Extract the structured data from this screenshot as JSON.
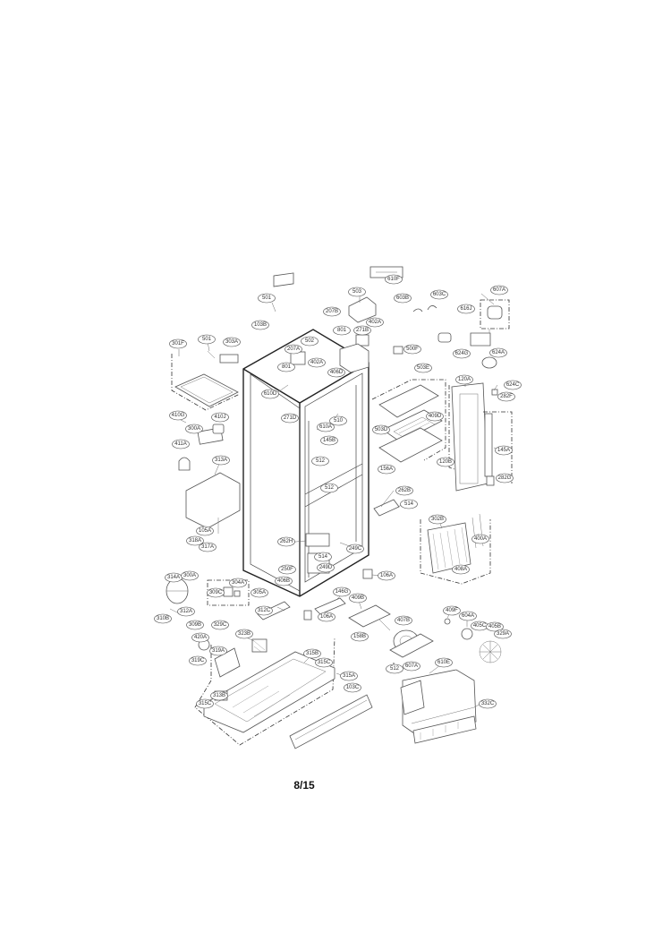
{
  "page_number": "8/15",
  "callouts": [
    {
      "id": "c-501a",
      "label": "501"
    },
    {
      "id": "c-103b",
      "label": "103B"
    },
    {
      "id": "c-503",
      "label": "503"
    },
    {
      "id": "c-207b",
      "label": "207B"
    },
    {
      "id": "c-603b",
      "label": "603B"
    },
    {
      "id": "c-603c",
      "label": "603C"
    },
    {
      "id": "c-616j",
      "label": "616J"
    },
    {
      "id": "c-607a-top",
      "label": "607A"
    },
    {
      "id": "c-610f",
      "label": "610F"
    },
    {
      "id": "c-402a-top",
      "label": "402A"
    },
    {
      "id": "c-801-top",
      "label": "801"
    },
    {
      "id": "c-271b",
      "label": "271B"
    },
    {
      "id": "c-502",
      "label": "502"
    },
    {
      "id": "c-207a",
      "label": "207A"
    },
    {
      "id": "c-500f",
      "label": "500F"
    },
    {
      "id": "c-624g",
      "label": "624G"
    },
    {
      "id": "c-624a",
      "label": "624A"
    },
    {
      "id": "c-301f",
      "label": "301F"
    },
    {
      "id": "c-501b",
      "label": "501"
    },
    {
      "id": "c-303a",
      "label": "303A"
    },
    {
      "id": "c-801-mid",
      "label": "801"
    },
    {
      "id": "c-402a-mid",
      "label": "402A"
    },
    {
      "id": "c-406d",
      "label": "406D"
    },
    {
      "id": "c-503e",
      "label": "503E"
    },
    {
      "id": "c-120a",
      "label": "120A"
    },
    {
      "id": "c-624c",
      "label": "624C"
    },
    {
      "id": "c-282f",
      "label": "282F"
    },
    {
      "id": "c-610d",
      "label": "610D"
    },
    {
      "id": "c-271d",
      "label": "271D"
    },
    {
      "id": "c-510",
      "label": "510"
    },
    {
      "id": "c-409d",
      "label": "409D"
    },
    {
      "id": "c-410g",
      "label": "410G"
    },
    {
      "id": "c-410j",
      "label": "410J"
    },
    {
      "id": "c-300a-top",
      "label": "300A"
    },
    {
      "id": "c-610a",
      "label": "610A"
    },
    {
      "id": "c-503d",
      "label": "503D"
    },
    {
      "id": "c-145b",
      "label": "145B"
    },
    {
      "id": "c-411a",
      "label": "411A"
    },
    {
      "id": "c-145a",
      "label": "145A"
    },
    {
      "id": "c-512-a",
      "label": "512"
    },
    {
      "id": "c-313a",
      "label": "313A"
    },
    {
      "id": "c-120b",
      "label": "120B"
    },
    {
      "id": "c-156a",
      "label": "156A"
    },
    {
      "id": "c-282g",
      "label": "282G"
    },
    {
      "id": "c-512-b",
      "label": "512"
    },
    {
      "id": "c-262b",
      "label": "262B"
    },
    {
      "id": "c-514-a",
      "label": "514"
    },
    {
      "id": "c-302b",
      "label": "302B"
    },
    {
      "id": "c-105a",
      "label": "105A"
    },
    {
      "id": "c-400a",
      "label": "400A"
    },
    {
      "id": "c-318a",
      "label": "318A"
    },
    {
      "id": "c-317a",
      "label": "317A"
    },
    {
      "id": "c-262h",
      "label": "262H"
    },
    {
      "id": "c-249c",
      "label": "249C"
    },
    {
      "id": "c-514-b",
      "label": "514"
    },
    {
      "id": "c-408a",
      "label": "408A"
    },
    {
      "id": "c-250f",
      "label": "250F"
    },
    {
      "id": "c-249d",
      "label": "249D"
    },
    {
      "id": "c-314a",
      "label": "314A"
    },
    {
      "id": "c-300a-low",
      "label": "300A"
    },
    {
      "id": "c-406b",
      "label": "406B"
    },
    {
      "id": "c-106a-a",
      "label": "106A"
    },
    {
      "id": "c-304a",
      "label": "304A"
    },
    {
      "id": "c-309c",
      "label": "309C"
    },
    {
      "id": "c-146g",
      "label": "146G"
    },
    {
      "id": "c-305a",
      "label": "305A"
    },
    {
      "id": "c-409b",
      "label": "409B"
    },
    {
      "id": "c-312a",
      "label": "312A"
    },
    {
      "id": "c-310b",
      "label": "310B"
    },
    {
      "id": "c-312c",
      "label": "312C"
    },
    {
      "id": "c-106a-b",
      "label": "106A"
    },
    {
      "id": "c-407b",
      "label": "407B"
    },
    {
      "id": "c-409f",
      "label": "409F"
    },
    {
      "id": "c-604a",
      "label": "604A"
    },
    {
      "id": "c-309b",
      "label": "309B"
    },
    {
      "id": "c-329c",
      "label": "329C"
    },
    {
      "id": "c-405c",
      "label": "405C"
    },
    {
      "id": "c-405b",
      "label": "405B"
    },
    {
      "id": "c-420a",
      "label": "420A"
    },
    {
      "id": "c-323b",
      "label": "323B"
    },
    {
      "id": "c-158b",
      "label": "158B"
    },
    {
      "id": "c-329a",
      "label": "329A"
    },
    {
      "id": "c-319a",
      "label": "319A"
    },
    {
      "id": "c-319c",
      "label": "319C"
    },
    {
      "id": "c-315b",
      "label": "315B"
    },
    {
      "id": "c-315c",
      "label": "315C"
    },
    {
      "id": "c-610e",
      "label": "610E"
    },
    {
      "id": "c-512-c",
      "label": "512"
    },
    {
      "id": "c-607a-low",
      "label": "607A"
    },
    {
      "id": "c-315a",
      "label": "315A"
    },
    {
      "id": "c-103c",
      "label": "103C"
    },
    {
      "id": "c-313b",
      "label": "313B"
    },
    {
      "id": "c-315c-b",
      "label": "315C"
    },
    {
      "id": "c-332c",
      "label": "332C"
    }
  ]
}
